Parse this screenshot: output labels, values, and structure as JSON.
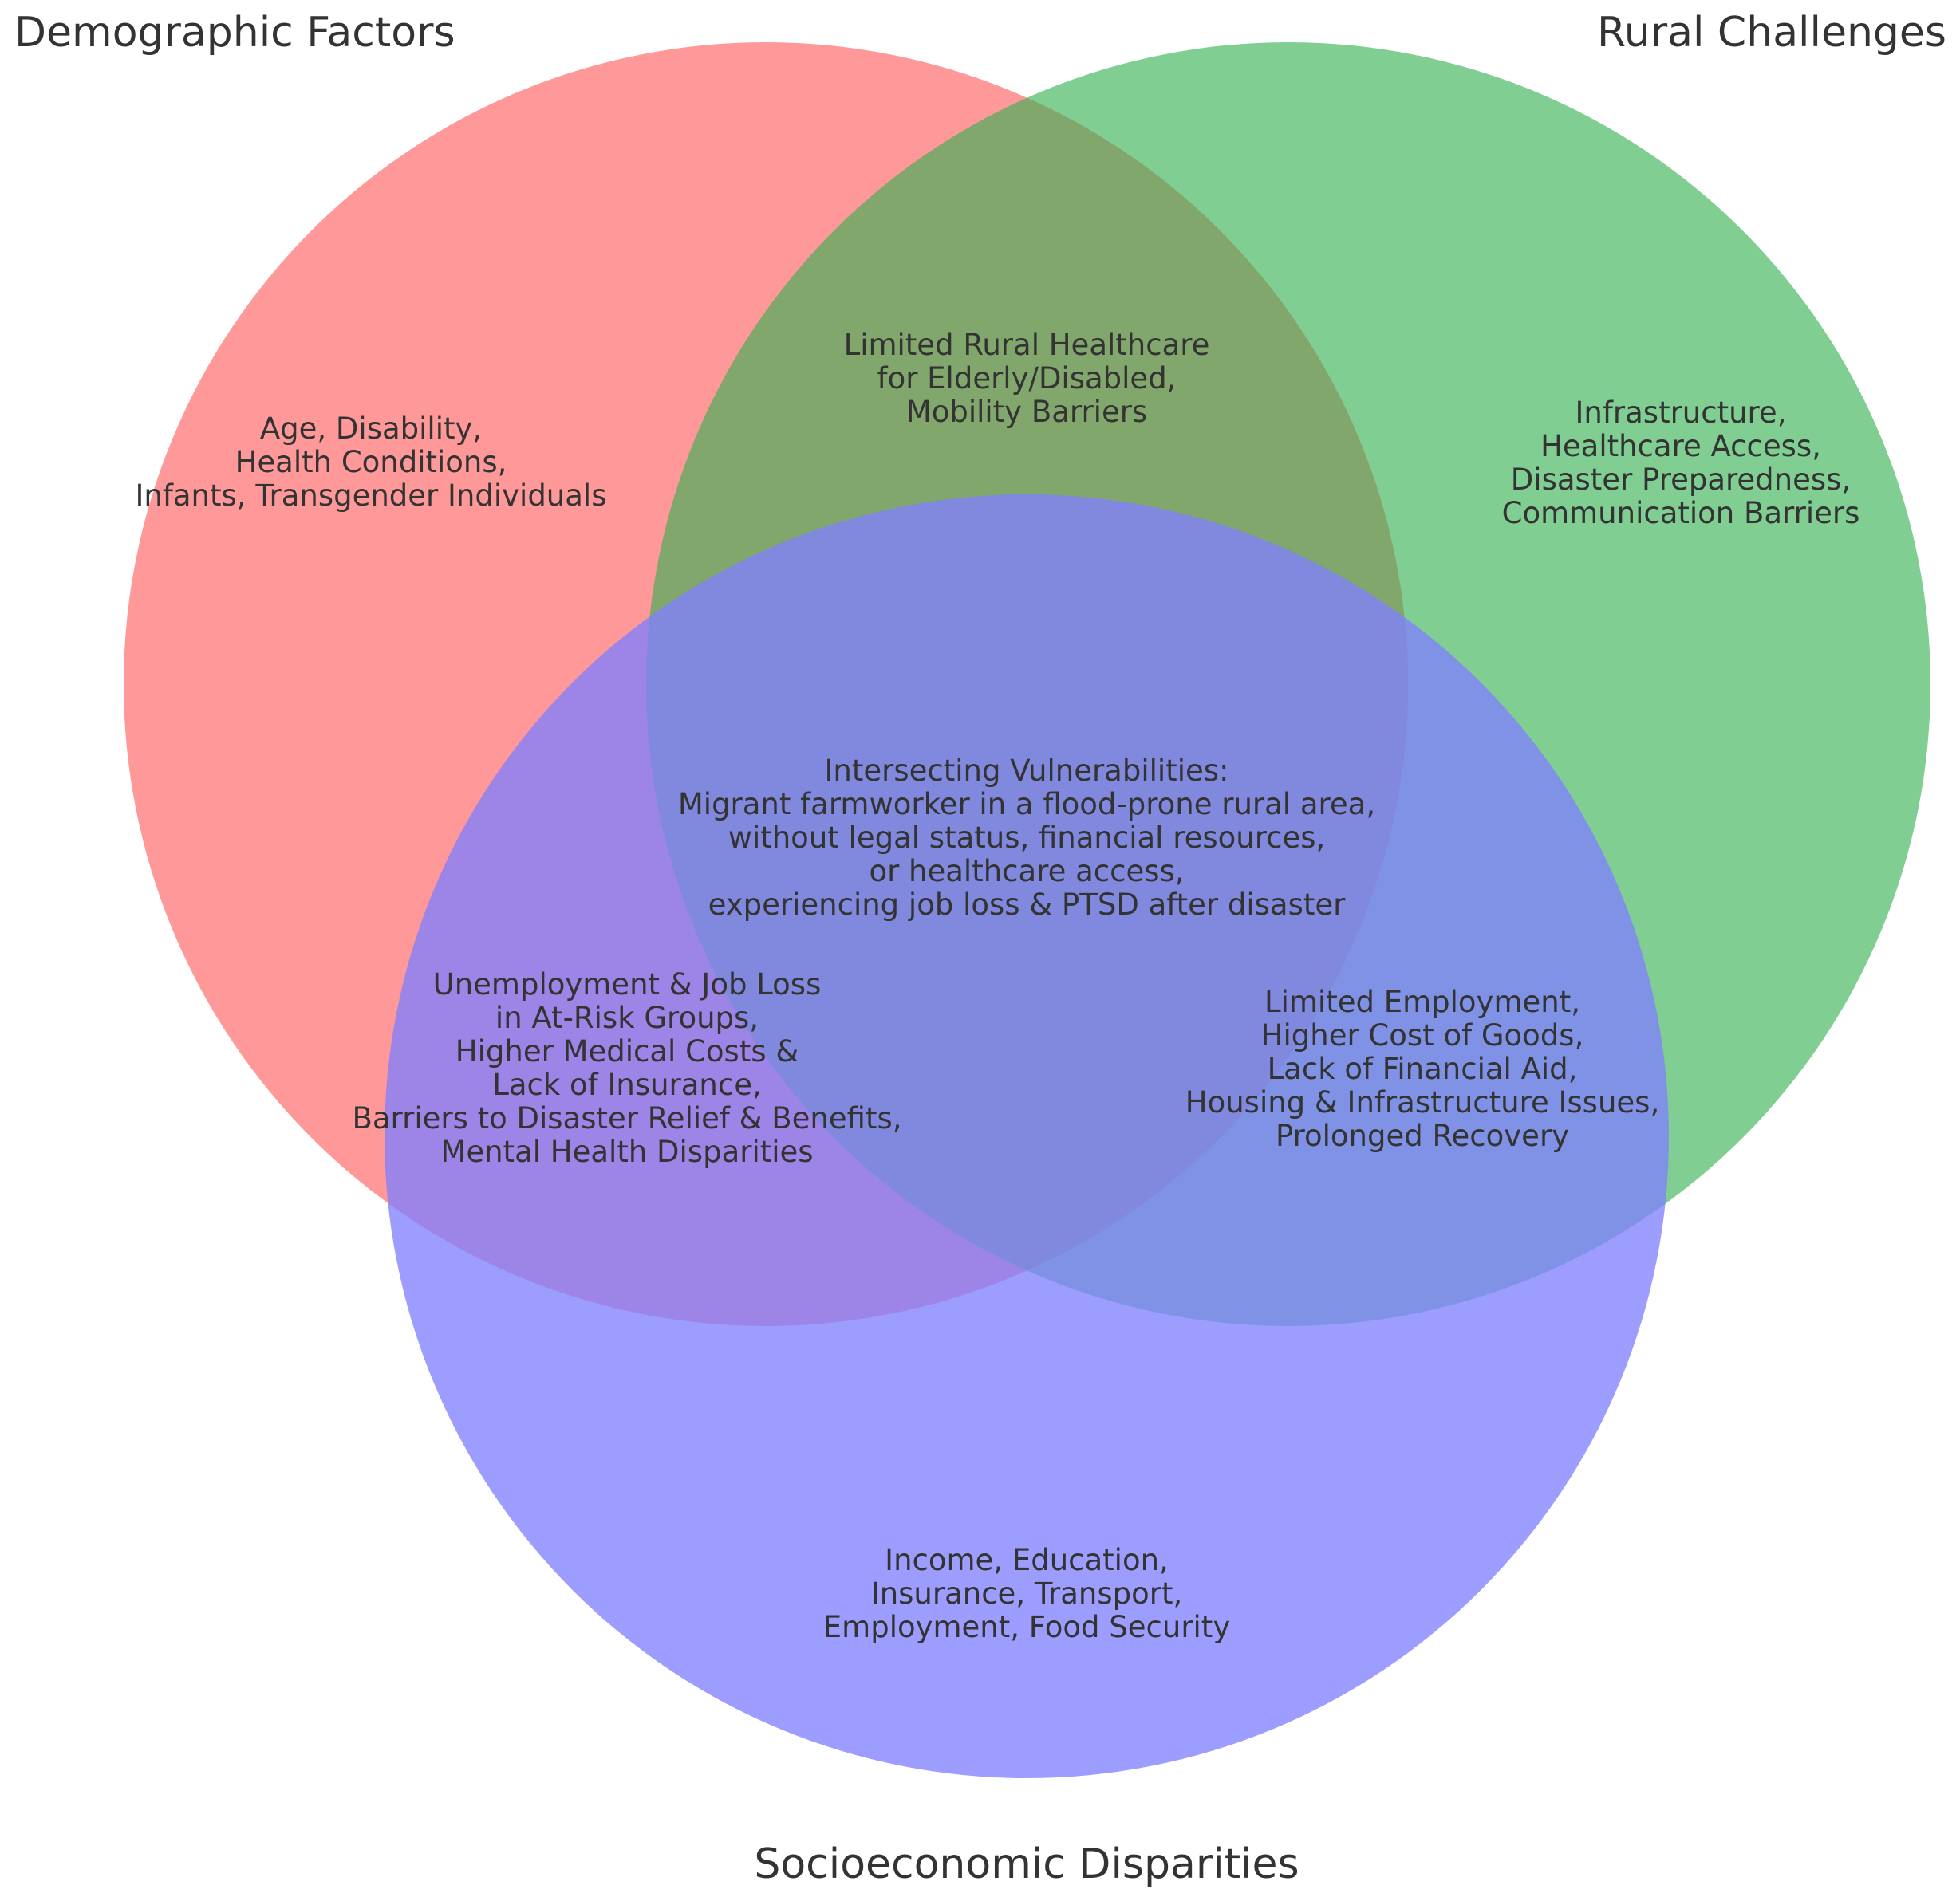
{
  "sets": {
    "demographic": {
      "title": "Demographic Factors",
      "color": "#ff7f7f"
    },
    "rural": {
      "title": "Rural Challenges",
      "color": "#33b050"
    },
    "socioeconomic": {
      "title": "Socioeconomic Disparities",
      "color": "#7f7fff"
    }
  },
  "regions": {
    "demographic_only": [
      "Age, Disability,",
      "Health Conditions,",
      "Infants, Transgender Individuals"
    ],
    "rural_only": [
      "Infrastructure,",
      "Healthcare Access,",
      "Disaster Preparedness,",
      "Communication Barriers"
    ],
    "socioeconomic_only": [
      "Income, Education,",
      "Insurance, Transport,",
      "Employment, Food Security"
    ],
    "demographic_rural": [
      "Limited Rural Healthcare",
      "for Elderly/Disabled,",
      "Mobility Barriers"
    ],
    "demographic_socioeconomic": [
      "Unemployment & Job Loss",
      "in At-Risk Groups,",
      "Higher Medical Costs &",
      "Lack of Insurance,",
      "Barriers to Disaster Relief & Benefits,",
      "Mental Health Disparities"
    ],
    "rural_socioeconomic": [
      "Limited Employment,",
      "Higher Cost of Goods,",
      "Lack of Financial Aid,",
      "Housing & Infrastructure Issues,",
      "Prolonged Recovery"
    ],
    "all_three": [
      "Intersecting Vulnerabilities:",
      "Migrant farmworker in a flood-prone rural area,",
      "without legal status, financial resources,",
      "or healthcare access,",
      "experiencing job loss & PTSD after disaster"
    ]
  }
}
